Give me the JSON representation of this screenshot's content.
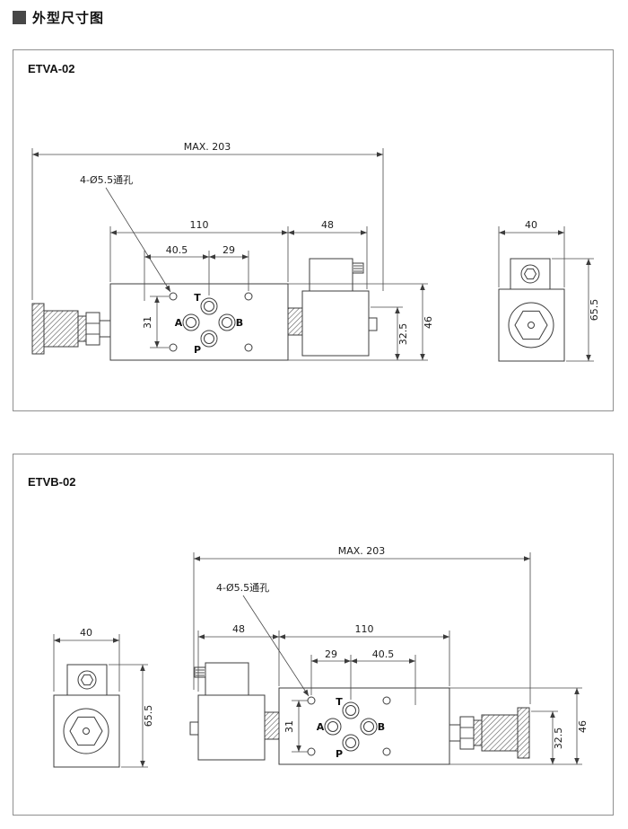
{
  "header": {
    "title": "外型尺寸图"
  },
  "panels": [
    {
      "model": "ETVA-02",
      "hole_note": "4-Ø5.5通孔",
      "ports": {
        "t": "T",
        "a": "A",
        "b": "B",
        "p": "P"
      },
      "dims": {
        "max_length": "MAX. 203",
        "body_length": "110",
        "solenoid_length": "48",
        "port_center": "40.5",
        "hole_to_center": "29",
        "hole_span": "31",
        "height_mid": "32.5",
        "body_height": "46",
        "end_width": "40",
        "end_height": "65.5"
      }
    },
    {
      "model": "ETVB-02",
      "hole_note": "4-Ø5.5通孔",
      "ports": {
        "t": "T",
        "a": "A",
        "b": "B",
        "p": "P"
      },
      "dims": {
        "max_length": "MAX. 203",
        "body_length": "110",
        "solenoid_length": "48",
        "port_center": "40.5",
        "hole_to_center": "29",
        "hole_span": "31",
        "height_mid": "32.5",
        "body_height": "46",
        "end_width": "40",
        "end_height": "65.5"
      }
    }
  ]
}
